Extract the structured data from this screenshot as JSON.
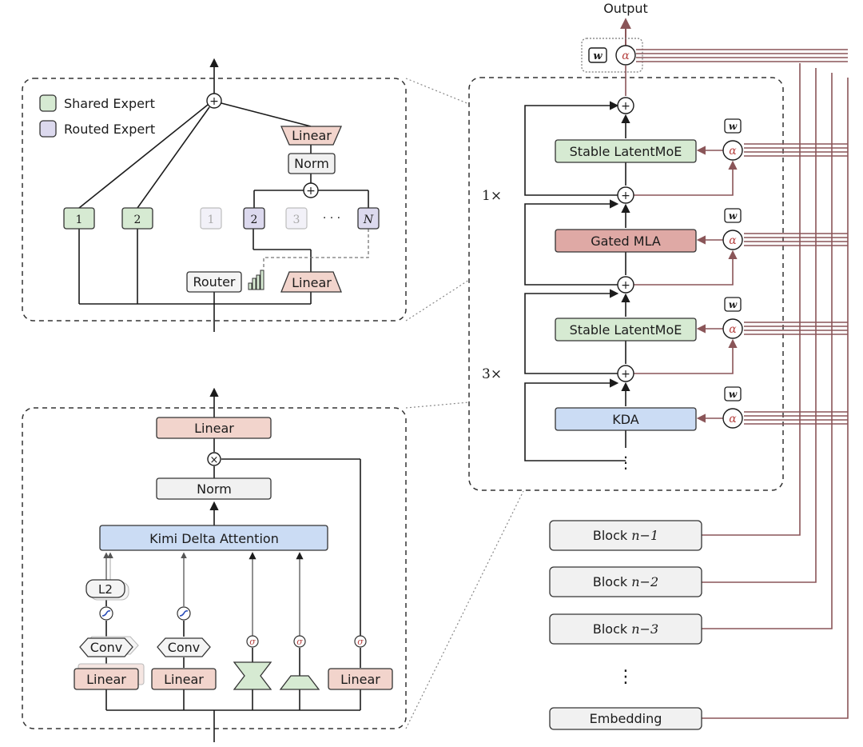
{
  "output_label": "Output",
  "legend": {
    "shared": "Shared Expert",
    "routed": "Routed Expert"
  },
  "moe": {
    "linear_top": "Linear",
    "norm": "Norm",
    "plus": "+",
    "shared_1": "1",
    "shared_2": "2",
    "routed_1": "1",
    "routed_2": "2",
    "routed_3": "3",
    "ellipsis": "· · ·",
    "routed_n": "N",
    "router": "Router",
    "linear_bottom": "Linear"
  },
  "kda": {
    "linear_out": "Linear",
    "times": "×",
    "norm": "Norm",
    "attention": "Kimi Delta Attention",
    "l2": "L2",
    "conv_1": "Conv",
    "conv_2": "Conv",
    "linear_1": "Linear",
    "linear_2": "Linear",
    "linear_3": "Linear",
    "sigma": "σ"
  },
  "stack": {
    "repeat_1": "1×",
    "repeat_3": "3×",
    "block_1": "Stable LatentMoE",
    "block_2": "Gated MLA",
    "block_3": "Stable LatentMoE",
    "block_4": "KDA",
    "plus": "+",
    "alpha": "α",
    "w": "w",
    "vdots": "⋮"
  },
  "history": {
    "block_n1_prefix": "Block ",
    "block_n1_math": "n−1",
    "block_n2_prefix": "Block ",
    "block_n2_math": "n−2",
    "block_n3_prefix": "Block ",
    "block_n3_math": "n−3",
    "vdots": "⋮",
    "embedding": "Embedding"
  },
  "colors": {
    "shared_green": "#d6ead2",
    "routed_purple": "#dcd9ee",
    "linear_pink": "#f2d4cc",
    "mla_red": "#dfa9a5",
    "kda_blue": "#cbdcf4",
    "norm_grey": "#f1f1f1",
    "residual_brown": "#8a5558"
  }
}
